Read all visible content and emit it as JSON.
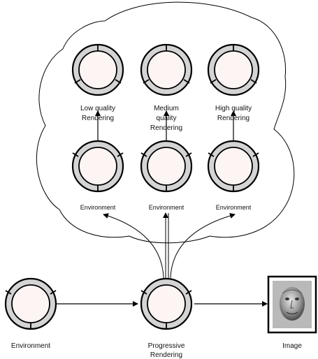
{
  "cloud_nodes": {
    "low_quality_label": [
      "Low quality",
      "Rendering"
    ],
    "medium_quality_label": [
      "Medium",
      "quality",
      "Rendering"
    ],
    "high_quality_label": [
      "High quality",
      "Rendering"
    ],
    "env_label_1": "Environment",
    "env_label_2": "Environment",
    "env_label_3": "Environment"
  },
  "main_flow": {
    "environment_label": "Environment",
    "progressive_label": [
      "Progressive",
      "Rendering"
    ],
    "image_label": "Image"
  },
  "colors": {
    "ring_fill": "#d4d4d4",
    "core_fill": "#fdf4f4",
    "stroke": "#000000",
    "image_bg": "#b9b9b9"
  },
  "icons": {
    "node_glyph": "ring-node-icon",
    "image_glyph": "face-render-icon"
  }
}
